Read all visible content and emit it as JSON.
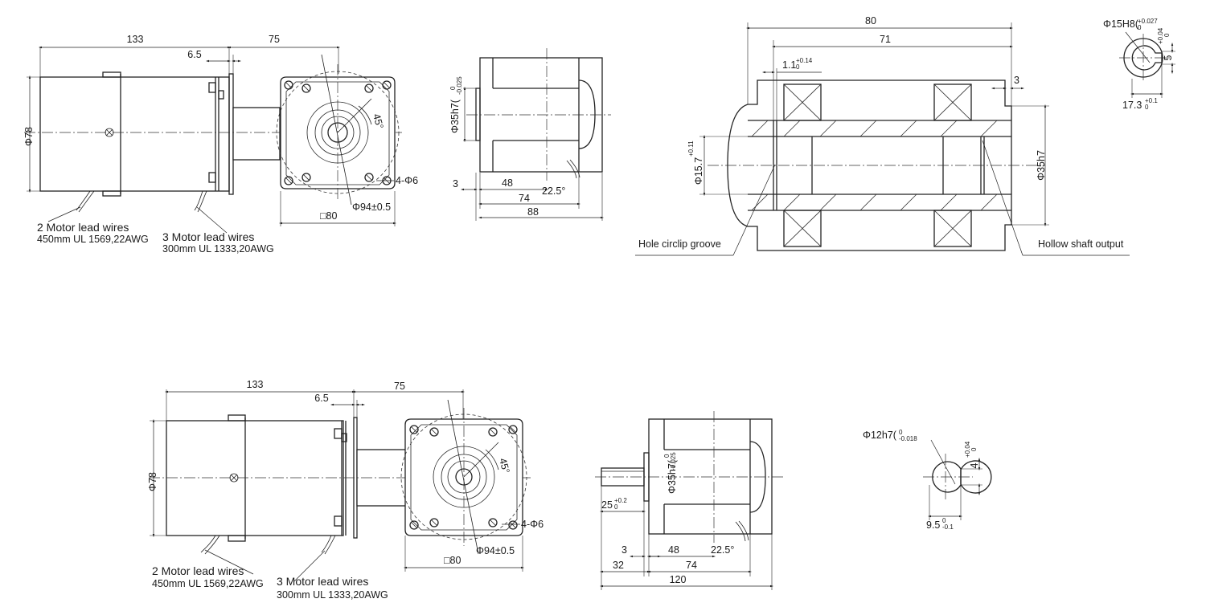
{
  "side_view_top": {
    "dim_total_motor": "133",
    "dim_gear": "75",
    "dim_flange": "6.5",
    "dim_dia": "Φ78",
    "lead2_title": "2 Motor lead wires",
    "lead2_spec": "450mm UL 1569,22AWG",
    "lead3_title": "3 Motor lead wires",
    "lead3_spec": "300mm UL 1333,20AWG"
  },
  "face_view_top": {
    "angle": "45°",
    "holes": "4-Φ6",
    "pcd": "Φ94±0.5",
    "square": "□80"
  },
  "gearhead_view_top": {
    "pilot": "Φ35h7(",
    "pilot_tol": "-0.025",
    "pilot_tol_upper": "0",
    "dim_3": "3",
    "dim_48": "48",
    "dim_74": "74",
    "dim_88": "88",
    "angle": "22.5°"
  },
  "section_view": {
    "dim_80": "80",
    "dim_71": "71",
    "groove": "1.1",
    "groove_tol_upper": "+0.14",
    "groove_tol_lower": "0",
    "dim_3": "3",
    "bore": "Φ15.7",
    "bore_tol": "+0.11",
    "pilot": "Φ35h7",
    "label_circlip": "Hole circlip groove",
    "label_hollow": "Hollow shaft output"
  },
  "hole_detail": {
    "bore": "Φ15H8(",
    "bore_tol_upper": "+0.027",
    "bore_tol_lower": "0",
    "key": "5",
    "key_tol": "+0.04",
    "key_tol_lower": "0",
    "depth": "17.3",
    "depth_tol": "+0.1",
    "depth_tol_lower": "0"
  },
  "side_view_bottom": {
    "dim_total_motor": "133",
    "dim_gear": "75",
    "dim_flange": "6.5",
    "dim_dia": "Φ78",
    "lead2_title": "2 Motor lead wires",
    "lead2_spec": "450mm UL 1569,22AWG",
    "lead3_title": "3 Motor lead wires",
    "lead3_spec": "300mm UL 1333,20AWG"
  },
  "face_view_bottom": {
    "angle": "45°",
    "holes": "4-Φ6",
    "pcd": "Φ94±0.5",
    "square": "□80"
  },
  "gearhead_view_bottom": {
    "pilot": "Φ35h7(",
    "pilot_tol": "-0.025",
    "pilot_tol_upper": "0",
    "shaft_len": "25",
    "shaft_tol_upper": "+0.2",
    "shaft_tol_lower": "0",
    "dim_3": "3",
    "dim_48": "48",
    "dim_32": "32",
    "dim_74": "74",
    "dim_120": "120",
    "angle": "22.5°"
  },
  "shaft_detail": {
    "dia": "Φ12h7(",
    "dia_tol_upper": "0",
    "dia_tol_lower": "-0.018",
    "key": "4",
    "key_tol": "+0.04",
    "key_tol_lower": "0",
    "flat": "9.5",
    "flat_tol_upper": "0",
    "flat_tol_lower": "-0.1"
  }
}
